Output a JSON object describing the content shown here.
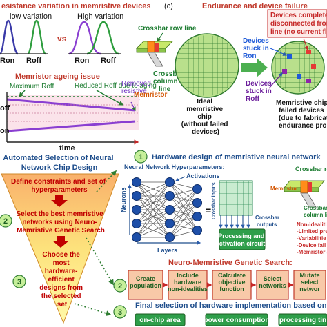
{
  "panel_a": {
    "title": "esistance variation in memristive devices",
    "low_label": "low variation",
    "high_label": "High variation",
    "vs": "vs",
    "ron": "Ron",
    "roff": "Roff",
    "aging_title": "Memristor ageing issue",
    "max_roff": "Maximum Roff",
    "reduced_roff": "Reduced Roff due to aging",
    "removed_states": "Removed resistive states",
    "axis_roff": "off",
    "axis_ron": "on",
    "axis_time": "time"
  },
  "panel_c": {
    "letter": "(c)",
    "title": "Endurance and device failure",
    "row_line": "Crossbar row line",
    "col_line": "Crossbar column line",
    "memristor": "Memristor",
    "ideal_chip": [
      "Ideal",
      "memristive",
      "chip",
      "(without failed",
      "devices)"
    ],
    "completely_failed": [
      "Devices completely",
      "disconnected from",
      "line (no current flow"
    ],
    "stuck_ron": [
      "Devices",
      "stuck in",
      "Ron"
    ],
    "stuck_roff": [
      "Devices",
      "stuck in",
      "Roff"
    ],
    "failed_chip": [
      "Memristive chip",
      "failed devices",
      "(due to fabricatio",
      "endurance proble"
    ]
  },
  "funnel": {
    "title": [
      "Automated Selection of Neural",
      "Network Chip Design"
    ],
    "step1": [
      "Define constraints and set of",
      "hyperparameters"
    ],
    "step2": [
      "Select the best memristive",
      "networks using Neuro-",
      "Memristive Genetic Search"
    ],
    "step3": [
      "Choose the",
      "most",
      "hardware-",
      "efficient",
      "designs from",
      "the selected",
      "set"
    ],
    "num1": "1",
    "num2": "2",
    "num3": "3"
  },
  "hardware": {
    "num": "1",
    "title": "Hardware design of memristive neural network",
    "hyper": "Neural Network Hyperparameters:",
    "activations": "Activations",
    "neurons": "Neurons",
    "layers": "Layers",
    "crossbar_inputs": "Crossbar inputs",
    "crossbar_outputs": [
      "Crossbar",
      "outputs"
    ],
    "processing": [
      "Processing and",
      "activation circuits"
    ],
    "crossbar_row": "Crossbar row",
    "memristor": "Memristor",
    "column_li": [
      "Crossbar",
      "column li"
    ],
    "nonideal": [
      "Non-idealiti",
      "-Limited pre",
      "-Variabilitie",
      "-Device fail",
      "-Memristor a"
    ]
  },
  "genetic": {
    "num": "2",
    "title": "Neuro-Memristive Genetic Search:",
    "steps": [
      [
        "Create",
        "population"
      ],
      [
        "Include",
        "hardware",
        "non-idealities"
      ],
      [
        "Calculate",
        "objective",
        "function"
      ],
      [
        "Select",
        "networks"
      ],
      [
        "Mutate",
        "select",
        "networ"
      ]
    ]
  },
  "final": {
    "num": "3",
    "title": "Final selection of hardware implementation based on",
    "metrics": [
      "on-chip area",
      "power consumption",
      "processing tin"
    ]
  },
  "colors": {
    "title_red": "#c0392b",
    "title_blue": "#1f4e8c",
    "green_dark": "#1e7d32",
    "funnel_yellow": "#fff27a",
    "funnel_orange": "#f7a35c",
    "step_red": "#c00000",
    "box_pink": "#f8c9a8",
    "box_green": "#2e9e4a",
    "wafer_green": "#b8e08a"
  }
}
